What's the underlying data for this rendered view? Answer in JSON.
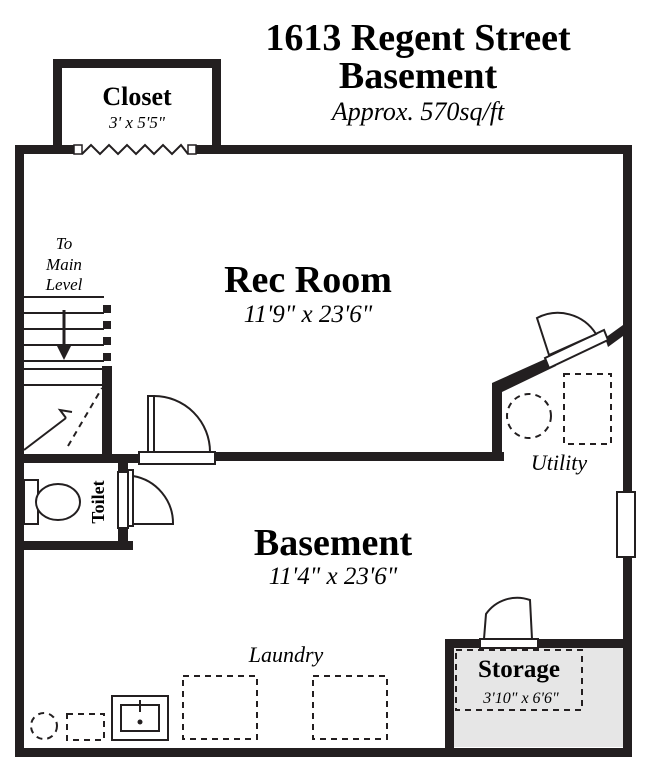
{
  "header": {
    "address": "1613 Regent Street",
    "level": "Basement",
    "area": "Approx. 570sq/ft"
  },
  "rooms": {
    "closet": {
      "name": "Closet",
      "dims": "3' x 5'5\""
    },
    "rec_room": {
      "name": "Rec Room",
      "dims": "11'9\" x 23'6\""
    },
    "basement": {
      "name": "Basement",
      "dims": "11'4\" x 23'6\""
    },
    "storage": {
      "name": "Storage",
      "dims": "3'10\" x 6'6\""
    }
  },
  "labels": {
    "stairs_line1": "To",
    "stairs_line2": "Main",
    "stairs_line3": "Level",
    "toilet": "Toilet",
    "utility": "Utility",
    "laundry": "Laundry"
  },
  "colors": {
    "wall": "#231f20",
    "storage_fill": "#e6e6e6"
  }
}
